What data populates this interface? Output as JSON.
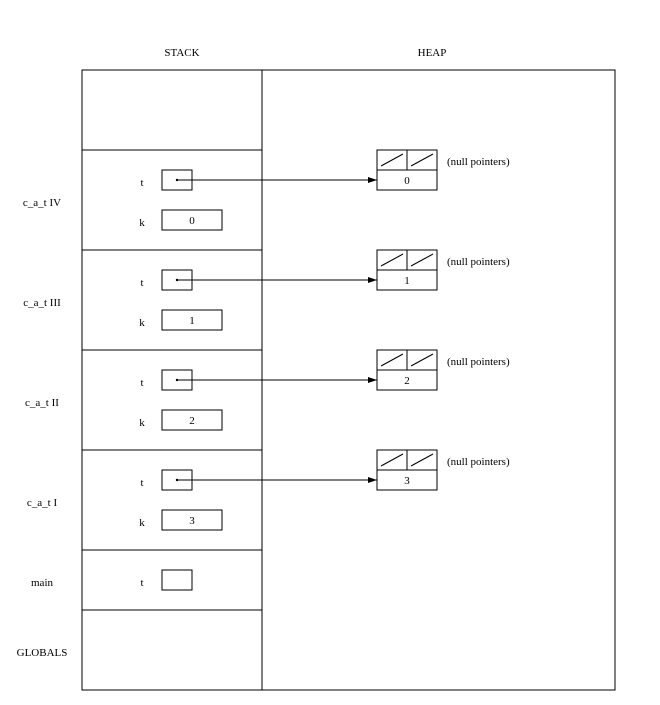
{
  "headers": {
    "stack": "STACK",
    "heap": "HEAP"
  },
  "frames": [
    {
      "label": "c_a_t IV",
      "vars": [
        {
          "name": "t",
          "value": ""
        },
        {
          "name": "k",
          "value": "0"
        }
      ],
      "heap_value": "0",
      "heap_note": "(null pointers)"
    },
    {
      "label": "c_a_t III",
      "vars": [
        {
          "name": "t",
          "value": ""
        },
        {
          "name": "k",
          "value": "1"
        }
      ],
      "heap_value": "1",
      "heap_note": "(null pointers)"
    },
    {
      "label": "c_a_t II",
      "vars": [
        {
          "name": "t",
          "value": ""
        },
        {
          "name": "k",
          "value": "2"
        }
      ],
      "heap_value": "2",
      "heap_note": "(null pointers)"
    },
    {
      "label": "c_a_t I",
      "vars": [
        {
          "name": "t",
          "value": ""
        },
        {
          "name": "k",
          "value": "3"
        }
      ],
      "heap_value": "3",
      "heap_note": "(null pointers)"
    }
  ],
  "main_frame": {
    "label": "main",
    "var_name": "t",
    "value": ""
  },
  "globals_label": "GLOBALS"
}
